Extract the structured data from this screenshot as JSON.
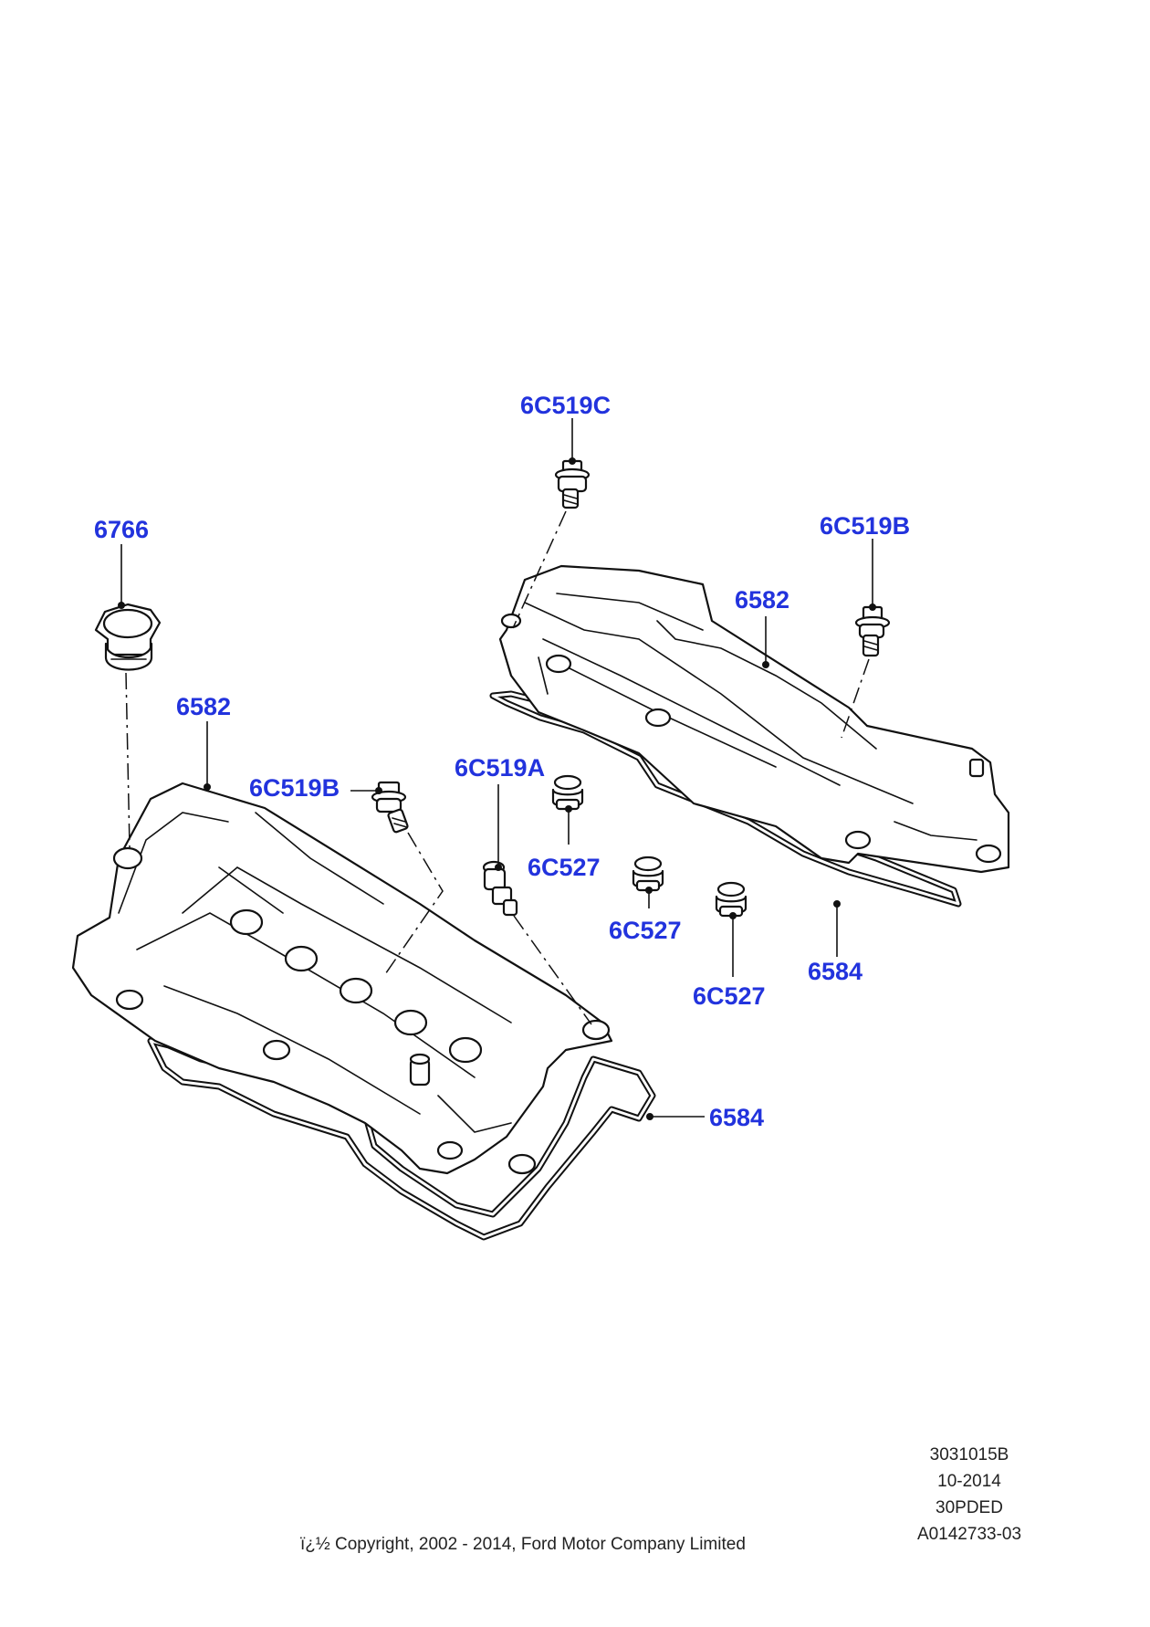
{
  "diagram": {
    "callouts": {
      "bolt_top": "6C519C",
      "bolt_right": "6C519B",
      "bolt_left": "6C519B",
      "bolt_mid": "6C519A",
      "oil_cap": "6766",
      "cover_right": "6582",
      "cover_left": "6582",
      "grommet_1": "6C527",
      "grommet_2": "6C527",
      "grommet_3": "6C527",
      "gasket_right": "6584",
      "gasket_left": "6584"
    },
    "colors": {
      "callout": "#2233dd",
      "linework": "#111111",
      "background": "#ffffff"
    }
  },
  "footer": {
    "ref_lines": [
      "3031015B",
      "10-2014",
      "30PDED",
      "A0142733-03"
    ],
    "copyright": "ï¿½ Copyright, 2002 - 2014, Ford Motor Company Limited"
  }
}
